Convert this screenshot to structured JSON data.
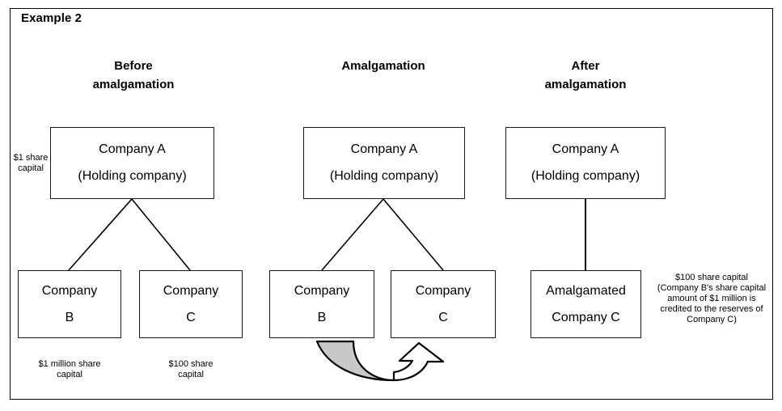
{
  "frame": {
    "example_label": "Example 2"
  },
  "columns": [
    {
      "id": "before",
      "title_line1": "Before",
      "title_line2": "amalgamation"
    },
    {
      "id": "amalgamation",
      "title_line1": "Amalgamation",
      "title_line2": ""
    },
    {
      "id": "after",
      "title_line1": "After",
      "title_line2": "amalgamation"
    }
  ],
  "boxes": {
    "before_parent": {
      "line1": "Company A",
      "line2": "(Holding company)"
    },
    "before_child_left": {
      "line1": "Company",
      "line2": "B"
    },
    "before_child_right": {
      "line1": "Company",
      "line2": "C"
    },
    "amalg_parent": {
      "line1": "Company A",
      "line2": "(Holding company)"
    },
    "amalg_child_left": {
      "line1": "Company",
      "line2": "B"
    },
    "amalg_child_right": {
      "line1": "Company",
      "line2": "C"
    },
    "after_parent": {
      "line1": "Company A",
      "line2": "(Holding company)"
    },
    "after_child": {
      "line1": "Amalgamated",
      "line2": "Company C"
    }
  },
  "notes": {
    "parent_capital": "$1 share\ncapital",
    "company_b_capital": "$1 million share\ncapital",
    "company_c_capital": "$100 share\ncapital",
    "after_capital": "$100 share capital\n(Company B's share capital\namount of $1 million is\ncredited to the reserves of\nCompany C)"
  },
  "arrow": {
    "name": "merge-arrow",
    "fill_color": "#c8c8c8",
    "stroke_color": "#000000",
    "direction": "B-to-C"
  }
}
